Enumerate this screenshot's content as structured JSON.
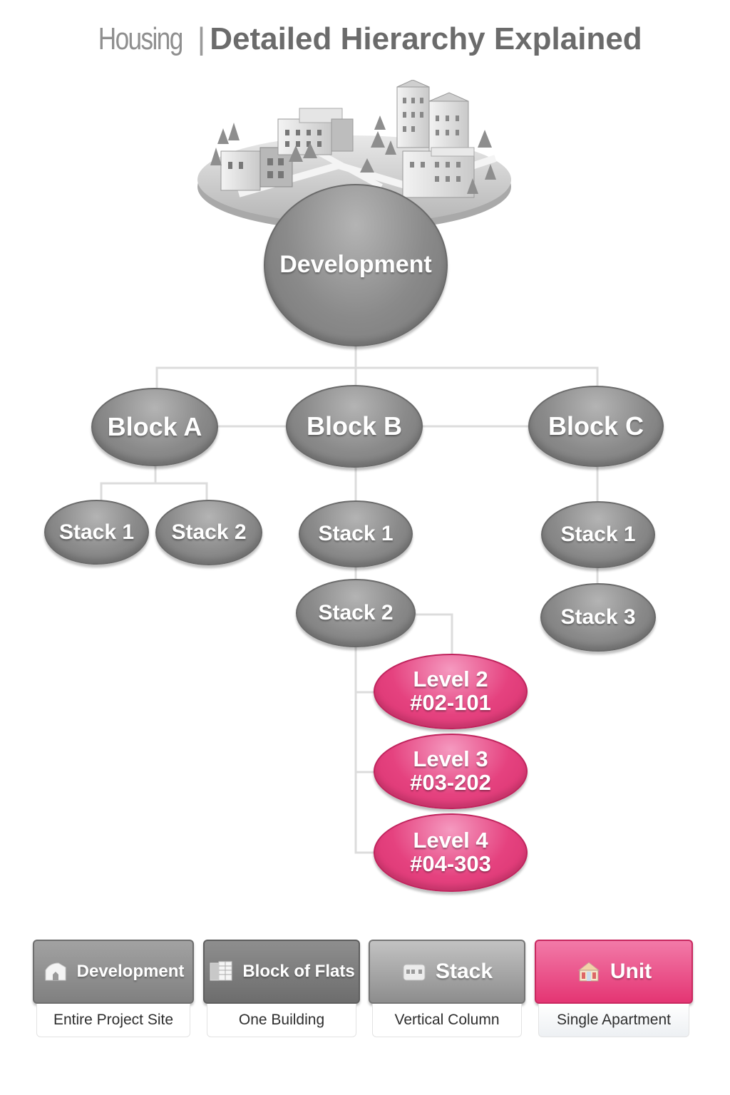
{
  "title": {
    "prefix": "Housing",
    "separator": "|",
    "main": "Detailed Hierarchy Explained"
  },
  "site_illustration": {
    "icon": "housing-development-illustration"
  },
  "nodes": {
    "development": "Development",
    "blocks": [
      "Block A",
      "Block B",
      "Block C"
    ],
    "block_a_stacks": [
      "Stack 1",
      "Stack 2"
    ],
    "block_b_stacks": [
      "Stack 1",
      "Stack 2"
    ],
    "block_c_stacks": [
      "Stack 1",
      "Stack 3"
    ],
    "units": [
      {
        "level": "Level 2",
        "unit": "#02-101"
      },
      {
        "level": "Level 3",
        "unit": "#03-202"
      },
      {
        "level": "Level 4",
        "unit": "#04-303"
      }
    ]
  },
  "colors": {
    "gray_node": "#8a8a8a",
    "unit_node": "#e5427f",
    "connector": "#dadada"
  },
  "legend": [
    {
      "label": "Development",
      "description": "Entire Project Site",
      "icon": "development-house-icon"
    },
    {
      "label": "Block of Flats",
      "description": "One Building",
      "icon": "building-block-icon"
    },
    {
      "label": "Stack",
      "description": "Vertical Column",
      "icon": "stack-icon"
    },
    {
      "label": "Unit",
      "description": "Single Apartment",
      "icon": "unit-house-icon"
    }
  ]
}
